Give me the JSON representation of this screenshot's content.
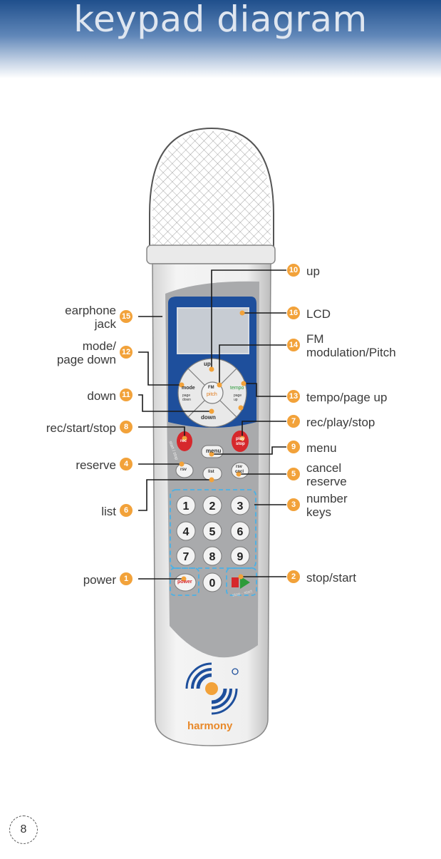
{
  "header": {
    "title": "keypad diagram"
  },
  "page_number": "8",
  "device": {
    "keys": {
      "up": "up",
      "down": "down",
      "fm": "FM",
      "pitch": "pitch",
      "mode": "mode",
      "page_down": "page\ndown",
      "tempo": "tempo",
      "page_up": "page\nup",
      "rec": "rec",
      "start_stop": "start / stop",
      "play": "play",
      "stop": "stop",
      "menu": "menu",
      "rsv": "rsv",
      "list": "list",
      "rsv_cncl_1": "rsv",
      "rsv_cncl_2": "cncl",
      "numbers": [
        "1",
        "2",
        "3",
        "4",
        "5",
        "6",
        "7",
        "8",
        "9",
        "0"
      ],
      "power": "power",
      "stop_start": "stop · start"
    },
    "logo_text": "harmony",
    "accent_color": "#f2a23a",
    "body_color": "#e8e8e8",
    "faceplate_color": "#1e4f9c"
  },
  "callouts_left": [
    {
      "num": "15",
      "text": "earphone\njack"
    },
    {
      "num": "12",
      "text": "mode/\npage down"
    },
    {
      "num": "11",
      "text": "down"
    },
    {
      "num": "8",
      "text": "rec/start/stop"
    },
    {
      "num": "4",
      "text": "reserve"
    },
    {
      "num": "6",
      "text": "list"
    },
    {
      "num": "1",
      "text": "power"
    }
  ],
  "callouts_right": [
    {
      "num": "10",
      "text": "up"
    },
    {
      "num": "16",
      "text": "LCD"
    },
    {
      "num": "14",
      "text": "FM\nmodulation/Pitch"
    },
    {
      "num": "13",
      "text": "tempo/page up"
    },
    {
      "num": "7",
      "text": "rec/play/stop"
    },
    {
      "num": "9",
      "text": "menu"
    },
    {
      "num": "5",
      "text": "cancel\nreserve"
    },
    {
      "num": "3",
      "text": "number\nkeys"
    },
    {
      "num": "2",
      "text": "stop/start"
    }
  ]
}
